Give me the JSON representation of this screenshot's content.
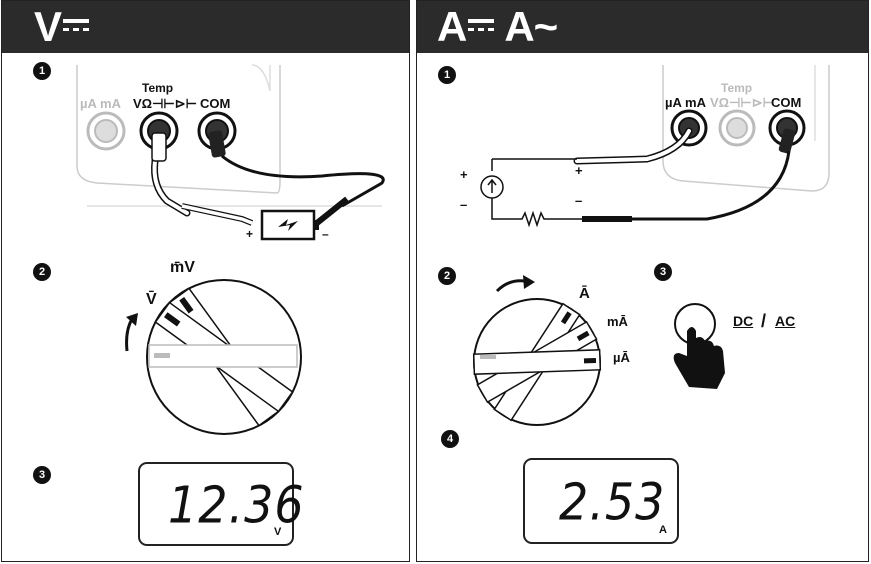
{
  "left_panel": {
    "title": "V⎓",
    "steps": [
      "1",
      "2",
      "3"
    ],
    "jacks": {
      "ua_ma": "µA mA",
      "temp": "Temp",
      "volt": "VΩ⊣⊢⊳⊢",
      "com": "COM"
    },
    "lead_plus": "+",
    "lead_minus": "–",
    "dial_top": "m̄V",
    "dial_left": "V̄",
    "display_value": "12.36",
    "display_unit": "V"
  },
  "right_panel": {
    "title": "A⎓ A~",
    "steps": [
      "1",
      "2",
      "3",
      "4"
    ],
    "jacks": {
      "ua_ma": "µA mA",
      "temp": "Temp",
      "volt": "VΩ⊣⊢⊳⊢",
      "com": "COM"
    },
    "circuit_plus_left": "+",
    "circuit_minus_left": "–",
    "circuit_plus_right": "+",
    "circuit_minus_right": "–",
    "dial_a": "Ā",
    "dial_ma": "mĀ",
    "dial_ua": "µĀ",
    "dc_label": "DC",
    "slash": "/",
    "ac_label": "AC",
    "display_value": "2.53",
    "display_unit": "A"
  }
}
